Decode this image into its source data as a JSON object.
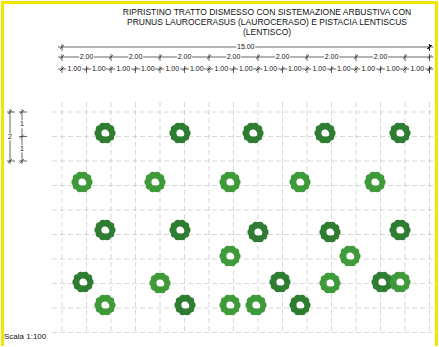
{
  "diagram": {
    "title": "RIPRISTINO TRATTO DISMESSO CON SISTEMAZIONE  ARBUSTIVA CON PRUNUS LAUROCERASUS (LAUROCERASO) E PISTACIA LENTISCUS (LENTISCO)",
    "labels": [
      "15.00",
      "2.00",
      "2.00",
      "2.00",
      "2.00",
      "2.00",
      "2.00",
      "2.00",
      "1.00",
      "1.00",
      "1.00",
      "1.00",
      "1.00",
      "1.00",
      "1.00",
      "1.00",
      "1.00",
      "1.00",
      "1.00",
      "1.00",
      "1.00",
      "1.00",
      "1.00",
      "2",
      "1",
      "1",
      "Scala 1:100"
    ]
  }
}
